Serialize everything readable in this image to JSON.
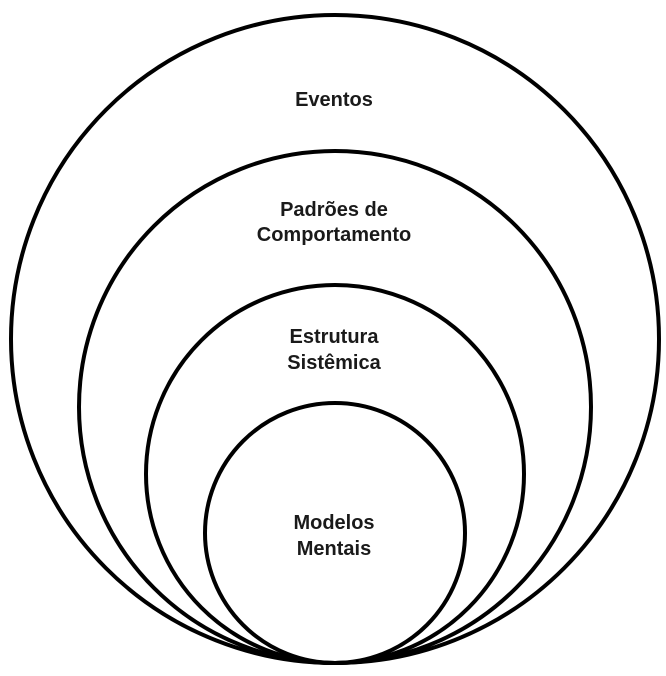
{
  "diagram": {
    "layers": [
      {
        "id": "eventos",
        "lines": [
          "Eventos"
        ]
      },
      {
        "id": "padroes",
        "lines": [
          "Padrões de",
          "Comportamento"
        ]
      },
      {
        "id": "estrutura",
        "lines": [
          "Estrutura",
          "Sistêmica"
        ]
      },
      {
        "id": "modelos",
        "lines": [
          "Modelos",
          "Mentais"
        ]
      }
    ]
  }
}
